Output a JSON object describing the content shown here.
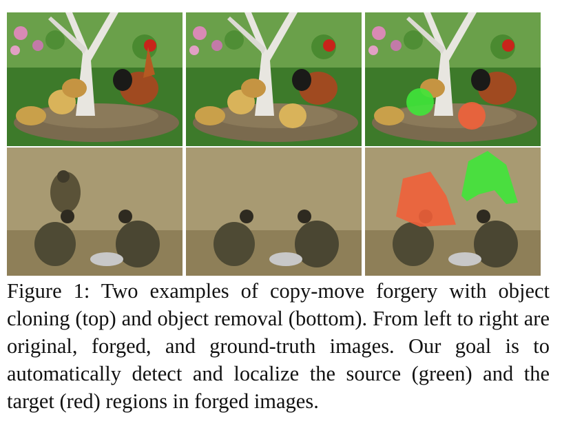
{
  "figure": {
    "caption": "Figure 1:  Two examples of copy-move forgery with object cloning (top) and object removal (bottom).   From left to right are original, forged, and ground-truth images.  Our goal is to automatically detect and localize the source (green) and the target (red) regions in forged images.",
    "rows": [
      {
        "id": "top",
        "panels": [
          "original",
          "forged",
          "ground-truth"
        ]
      },
      {
        "id": "bottom",
        "panels": [
          "original",
          "forged",
          "ground-truth"
        ]
      }
    ],
    "colors": {
      "source": "#3fe63a",
      "target": "#f0603a"
    }
  }
}
